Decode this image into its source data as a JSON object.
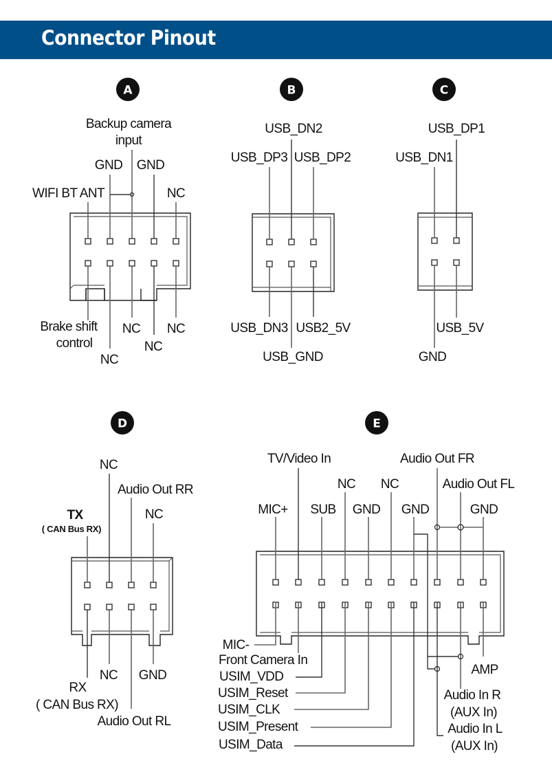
{
  "header": {
    "title": "Connector Pinout",
    "background_color": "#004f88",
    "text_color": "#ffffff"
  },
  "connectors": {
    "A": {
      "badge": "A",
      "top_labels": {
        "backup_camera_1": "Backup camera",
        "backup_camera_2": "input",
        "gnd_left": "GND",
        "gnd_right": "GND",
        "wifi": "WIFI BT ANT",
        "nc": "NC"
      },
      "bottom_labels": {
        "brake_1": "Brake shift",
        "brake_2": "control",
        "nc_1": "NC",
        "nc_2": "NC",
        "nc_3": "NC",
        "nc_4": "NC"
      },
      "rows": 2,
      "cols": 5
    },
    "B": {
      "badge": "B",
      "top_labels": {
        "dn2": "USB_DN2",
        "dp3": "USB_DP3",
        "dp2": "USB_DP2"
      },
      "bottom_labels": {
        "dn3": "USB_DN3",
        "v5": "USB2_5V",
        "gnd": "USB_GND"
      },
      "rows": 2,
      "cols": 3
    },
    "C": {
      "badge": "C",
      "top_labels": {
        "dp1": "USB_DP1",
        "dn1": "USB_DN1"
      },
      "bottom_labels": {
        "v5": "USB_5V",
        "gnd": "GND"
      },
      "rows": 2,
      "cols": 2
    },
    "D": {
      "badge": "D",
      "top_labels": {
        "nc_1": "NC",
        "audio_rr": "Audio Out RR",
        "tx": "TX",
        "tx_sub": "( CAN Bus RX)",
        "nc_2": "NC"
      },
      "bottom_labels": {
        "nc": "NC",
        "gnd": "GND",
        "rx": "RX",
        "rx_sub": "( CAN Bus RX)",
        "audio_rl": "Audio Out RL"
      },
      "rows": 2,
      "cols": 4
    },
    "E": {
      "badge": "E",
      "top_labels": {
        "tv_video": "TV/Video In",
        "audio_fr": "Audio Out FR",
        "nc_1": "NC",
        "nc_2": "NC",
        "audio_fl": "Audio Out FL",
        "mic_plus": "MIC+",
        "sub": "SUB",
        "gnd_1": "GND",
        "gnd_2": "GND",
        "gnd_3": "GND"
      },
      "bottom_labels": {
        "mic_minus": "MIC-",
        "front_camera": "Front Camera In",
        "usim_vdd": "USIM_VDD",
        "usim_reset": "USIM_Reset",
        "usim_clk": "USIM_CLK",
        "usim_present": "USIM_Present",
        "usim_data": "USIM_Data",
        "amp": "AMP",
        "audio_in_r": "Audio In R",
        "aux_r": "(AUX In)",
        "audio_in_l": "Audio In L",
        "aux_l": "(AUX In)"
      },
      "rows": 2,
      "cols": 10
    }
  }
}
